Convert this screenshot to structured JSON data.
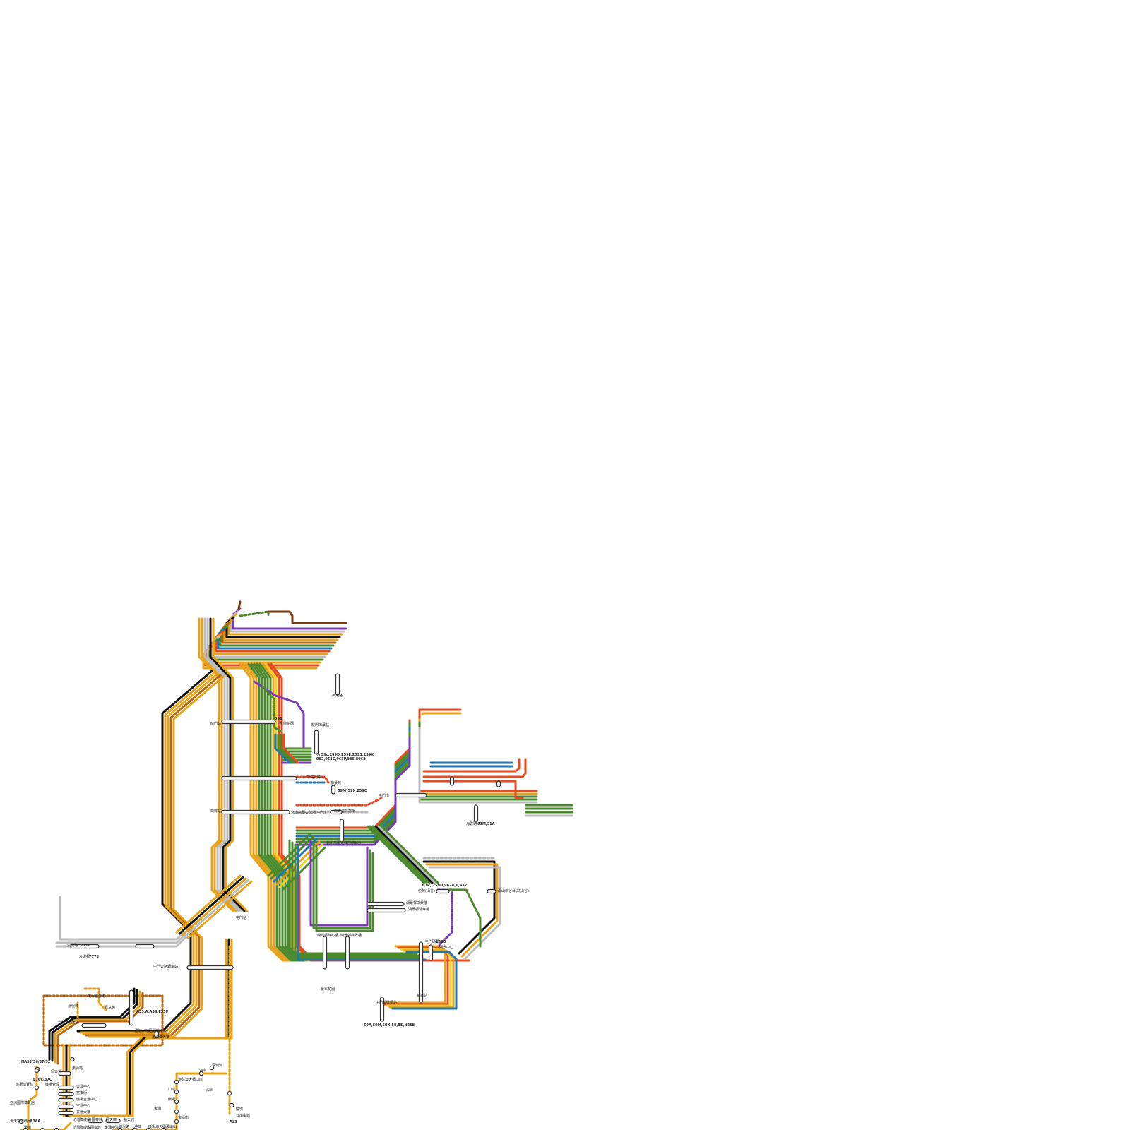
{
  "colors": {
    "orange": "#e8a21a",
    "brown": "#b8660f",
    "dark_brown": "#7a3b0c",
    "black": "#111111",
    "grey": "#bcbcbc",
    "purple": "#7b3ab5",
    "green": "#4a8a2c",
    "blue": "#1f78b4",
    "red": "#ea4a1e",
    "yellow": "#f2d21a",
    "teal": "#17a589"
  },
  "labels": {
    "l_tc_bottom": "英東路",
    "l_bay1": "星際花園",
    "l_bay1_code": "59B",
    "l_west1": "龍門站",
    "l_northeast1": "龍門海濱站",
    "l_codes1": "% 59c,259D,259E,259S,259X",
    "l_codes2": "962,963C,963P,986,8962",
    "l_center1": "新屯門中心",
    "l_center2": "松景苑",
    "l_codes3": "59M*59X,259C",
    "l_west2": "蝴蝶站",
    "l_center3": "北山高爾夫球場(屯門)",
    "l_center4": "蝴蝶灣邨商場",
    "l_center5": "北山高爾夫球場(旭山)",
    "l_east_w": "屯門市",
    "l_east1": "海雲路",
    "l_east1_code": "61M,51A",
    "l_east_codes": "61R, 259D,962A,6,432",
    "l_east_stop": "悦苑(山谷)",
    "l_east2": "湖山峽谷(北坑山谷)",
    "l_mid1": "湖景邨湖景樓",
    "l_mid2": "湖景邨湖峰樓",
    "l_mid3": "蝴蝶邨蝶心樓",
    "l_mid4": "蝴景邨蝶翠樓",
    "l_hub": "屯門碼頭",
    "l_hub_code": "259B",
    "l_hub2": "湖景中心",
    "l_south1": "新墟站",
    "l_south2": "屯門開發網站",
    "l_south_codes": "59A,59M,59X,58,B5,N258",
    "l_south3": "景峯花園",
    "l_nw1": "沙堤路",
    "l_nw1_code": "7778",
    "l_nw2": "沙堤邨",
    "l_nw2_code": "7778",
    "l_nw3": "屯門站",
    "l_nw4": "屯門公路轉車站",
    "l_sw1": "天水圍藝術",
    "l_sw2": "嘉悅軒",
    "l_sw3": "嘉富苑",
    "l_sw4": "一號寬德大廈",
    "l_sw5": "A33,A,A34,E33P",
    "l_sw6": "港旨（地區運輸中心）",
    "l_sw7": "港珠澳大橋",
    "l_sw8": "翔東道",
    "l_sw9": "NA33/36/37/52",
    "l_sw10": "東涌站",
    "l_sw11": "E36C/37C",
    "l_sw12": "機場管理",
    "l_sw13": "機場博覽館",
    "l_sw14": "亞洲國際博覽館",
    "l_sw15": "E36A",
    "l_sw16": "海天客運碼頭",
    "l_sw17": "東涌中心",
    "l_sw18": "富東街",
    "l_sw19": "機場空運中心",
    "l_sw20": "空運中心",
    "l_sw21": "貨運大樓",
    "l_sw22": "赤鱲角南路",
    "l_sw23": "國泰城",
    "l_sw24": "翔天廊",
    "l_sw25": "航天城",
    "l_sw26": "赤鱲角南路",
    "l_sw27": "國泰城",
    "l_sw28": "東涌港灣",
    "l_sw29": "海天客運碼頭(入境)",
    "l_sw30": "機場客運大樓",
    "l_sw31": "港島站",
    "l_sw32": "港珠澳大橋口岸",
    "l_sw33": "海天碼頭",
    "l_bl1": "深圳灣",
    "l_bl2": "海岸",
    "l_bl3": "港珠澳大橋口岸",
    "l_bl4": "口岸",
    "l_bl5": "機場",
    "l_bl6": "深圳",
    "l_bl7": "東涌",
    "l_bl8": "東涌市",
    "l_bl9": "朗悅路",
    "l_bl10": "港灣",
    "l_bl11": "機場海天碼頭",
    "l_bl12": "大嶼山",
    "l_bl13": "龍璟",
    "l_bl14": "日出康城",
    "l_bl15": "港灣",
    "l_bl16": "A33"
  }
}
